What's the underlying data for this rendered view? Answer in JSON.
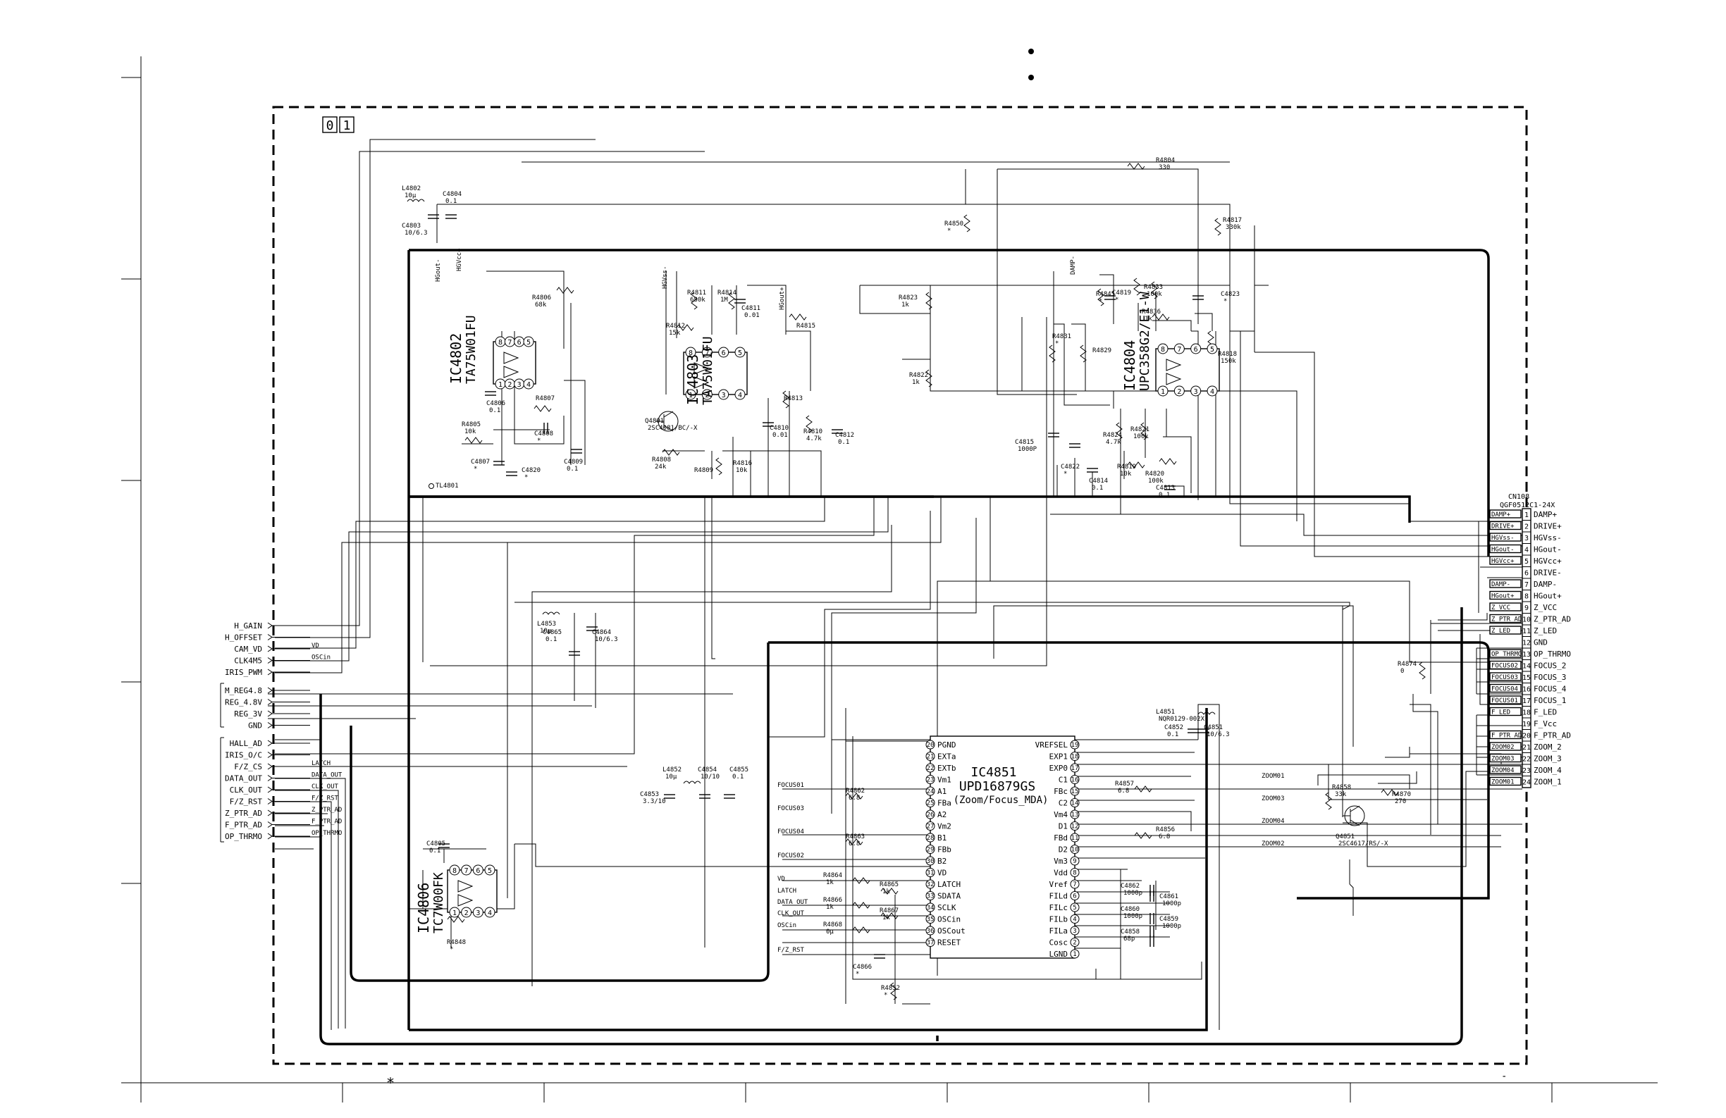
{
  "section_label": [
    "0",
    "1"
  ],
  "star_mark": "∗",
  "dash_mark": "-",
  "connector": {
    "ref": "CN108",
    "part": "QGF0512C1-24X",
    "pins": [
      {
        "n": "1",
        "name": "DAMP+",
        "tag": "DAMP+"
      },
      {
        "n": "2",
        "name": "DRIVE+",
        "tag": "DRIVE+"
      },
      {
        "n": "3",
        "name": "HGVss-",
        "tag": "HGVss-"
      },
      {
        "n": "4",
        "name": "HGout-",
        "tag": "HGout-"
      },
      {
        "n": "5",
        "name": "HGVcc+",
        "tag": "HGVcc+"
      },
      {
        "n": "6",
        "name": "DRIVE-",
        "tag": ""
      },
      {
        "n": "7",
        "name": "DAMP-",
        "tag": "DAMP-"
      },
      {
        "n": "8",
        "name": "HGout+",
        "tag": "HGout+"
      },
      {
        "n": "9",
        "name": "Z_VCC",
        "tag": "Z_VCC"
      },
      {
        "n": "10",
        "name": "Z_PTR_AD",
        "tag": "Z_PTR_AD"
      },
      {
        "n": "11",
        "name": "Z_LED",
        "tag": "Z_LED"
      },
      {
        "n": "12",
        "name": "GND",
        "tag": ""
      },
      {
        "n": "13",
        "name": "OP_THRMO",
        "tag": "OP_THRMO"
      },
      {
        "n": "14",
        "name": "FOCUS_2",
        "tag": "FOCUS02"
      },
      {
        "n": "15",
        "name": "FOCUS_3",
        "tag": "FOCUS03"
      },
      {
        "n": "16",
        "name": "FOCUS_4",
        "tag": "FOCUS04"
      },
      {
        "n": "17",
        "name": "FOCUS_1",
        "tag": "FOCUS01"
      },
      {
        "n": "18",
        "name": "F_LED",
        "tag": "F_LED"
      },
      {
        "n": "19",
        "name": "F_Vcc",
        "tag": ""
      },
      {
        "n": "20",
        "name": "F_PTR_AD",
        "tag": "F_PTR_AD"
      },
      {
        "n": "21",
        "name": "ZOOM_2",
        "tag": "ZOOM02"
      },
      {
        "n": "22",
        "name": "ZOOM_3",
        "tag": "ZOOM03"
      },
      {
        "n": "23",
        "name": "ZOOM_4",
        "tag": "ZOOM04"
      },
      {
        "n": "24",
        "name": "ZOOM_1",
        "tag": "ZOOM01"
      }
    ]
  },
  "left_signals": {
    "group1": [
      {
        "name": "H_GAIN",
        "tag": ""
      },
      {
        "name": "H_OFFSET",
        "tag": ""
      },
      {
        "name": "CAM_VD",
        "tag": "VD"
      },
      {
        "name": "CLK4M5",
        "tag": "OSCin"
      },
      {
        "name": "IRIS_PWM",
        "tag": ""
      }
    ],
    "group2": [
      {
        "name": "M_REG4.8",
        "tag": ""
      },
      {
        "name": "REG_4.8V",
        "tag": ""
      },
      {
        "name": "REG_3V",
        "tag": ""
      },
      {
        "name": "GND",
        "tag": ""
      }
    ],
    "group3": [
      {
        "name": "HALL_AD",
        "tag": ""
      },
      {
        "name": "IRIS_O/C",
        "tag": ""
      },
      {
        "name": "F/Z_CS",
        "tag": "LATCH"
      },
      {
        "name": "DATA_OUT",
        "tag": "DATA_OUT"
      },
      {
        "name": "CLK_OUT",
        "tag": "CLK_OUT"
      },
      {
        "name": "F/Z_RST",
        "tag": "F/Z_RST"
      },
      {
        "name": "Z_PTR_AD",
        "tag": "Z_PTR_AD"
      },
      {
        "name": "F_PTR_AD",
        "tag": "F_PTR_AD"
      },
      {
        "name": "OP_THRMO",
        "tag": "OP_THRMO"
      }
    ]
  },
  "ic4851": {
    "ref": "IC4851",
    "part": "UPD16879GS",
    "function": "(Zoom/Focus_MDA)",
    "left_pins": [
      {
        "n": "20",
        "name": "PGND"
      },
      {
        "n": "21",
        "name": "EXTa"
      },
      {
        "n": "22",
        "name": "EXTb"
      },
      {
        "n": "23",
        "name": "Vm1"
      },
      {
        "n": "24",
        "name": "A1"
      },
      {
        "n": "25",
        "name": "FBa"
      },
      {
        "n": "26",
        "name": "A2"
      },
      {
        "n": "27",
        "name": "Vm2"
      },
      {
        "n": "28",
        "name": "B1"
      },
      {
        "n": "29",
        "name": "FBb"
      },
      {
        "n": "30",
        "name": "B2"
      },
      {
        "n": "31",
        "name": "VD"
      },
      {
        "n": "32",
        "name": "LATCH"
      },
      {
        "n": "33",
        "name": "SDATA"
      },
      {
        "n": "34",
        "name": "SCLK"
      },
      {
        "n": "35",
        "name": "OSCin"
      },
      {
        "n": "36",
        "name": "OSCout"
      },
      {
        "n": "37",
        "name": "RESET"
      }
    ],
    "right_pins": [
      {
        "n": "19",
        "name": "VREFSEL"
      },
      {
        "n": "18",
        "name": "EXP1"
      },
      {
        "n": "17",
        "name": "EXP0"
      },
      {
        "n": "16",
        "name": "C1"
      },
      {
        "n": "15",
        "name": "FBc"
      },
      {
        "n": "14",
        "name": "C2"
      },
      {
        "n": "13",
        "name": "Vm4"
      },
      {
        "n": "12",
        "name": "D1"
      },
      {
        "n": "11",
        "name": "FBd"
      },
      {
        "n": "10",
        "name": "D2"
      },
      {
        "n": "9",
        "name": "Vm3"
      },
      {
        "n": "8",
        "name": "Vdd"
      },
      {
        "n": "7",
        "name": "Vref"
      },
      {
        "n": "6",
        "name": "FILd"
      },
      {
        "n": "5",
        "name": "FILc"
      },
      {
        "n": "4",
        "name": "FILb"
      },
      {
        "n": "3",
        "name": "FILa"
      },
      {
        "n": "2",
        "name": "Cosc"
      },
      {
        "n": "1",
        "name": "LGND"
      }
    ]
  },
  "ics": [
    {
      "key": "ic4802",
      "ref": "IC4802",
      "part": "TA75W01FU",
      "top": [
        "8",
        "7",
        "6",
        "5"
      ],
      "bottom": [
        "1",
        "2",
        "3",
        "4"
      ]
    },
    {
      "key": "ic4803",
      "ref": "IC4803",
      "part": "TA75W01FU",
      "top": [
        "8",
        "7",
        "6",
        "5"
      ],
      "bottom": [
        "1",
        "2",
        "3",
        "4"
      ]
    },
    {
      "key": "ic4804",
      "ref": "IC4804",
      "part": "UPC358G2/E1-W",
      "top": [
        "8",
        "7",
        "6",
        "5"
      ],
      "bottom": [
        "1",
        "2",
        "3",
        "4"
      ]
    },
    {
      "key": "ic4806",
      "ref": "IC4806",
      "part": "TC7W00FK",
      "top": [
        "8",
        "7",
        "6",
        "5"
      ],
      "bottom": [
        "1",
        "2",
        "3",
        "4"
      ]
    }
  ],
  "components": [
    {
      "ref": "L4802",
      "value": "10µ"
    },
    {
      "ref": "C4804",
      "value": "0.1"
    },
    {
      "ref": "C4803",
      "value": "10/6.3"
    },
    {
      "ref": "R4806",
      "value": "68k"
    },
    {
      "ref": "R4805",
      "value": "10k"
    },
    {
      "ref": "C4806",
      "value": "0.1"
    },
    {
      "ref": "R4807",
      "value": ""
    },
    {
      "ref": "C4808",
      "value": "*"
    },
    {
      "ref": "C4807",
      "value": "*"
    },
    {
      "ref": "C4820",
      "value": "*"
    },
    {
      "ref": "C4809",
      "value": "0.1"
    },
    {
      "ref": "R4811",
      "value": "680k"
    },
    {
      "ref": "R4814",
      "value": "1M"
    },
    {
      "ref": "C4811",
      "value": "0.01"
    },
    {
      "ref": "R4812",
      "value": "15k"
    },
    {
      "ref": "R4815",
      "value": ""
    },
    {
      "ref": "R4813",
      "value": ""
    },
    {
      "ref": "R4808",
      "value": "24k"
    },
    {
      "ref": "R4809",
      "value": ""
    },
    {
      "ref": "R4816",
      "value": "10k"
    },
    {
      "ref": "C4810",
      "value": "0.01"
    },
    {
      "ref": "R4810",
      "value": "4.7k"
    },
    {
      "ref": "C4812",
      "value": "0.1"
    },
    {
      "ref": "Q4801",
      "value": "2SC4081/BC/-X"
    },
    {
      "ref": "R4804",
      "value": "330"
    },
    {
      "ref": "R4817",
      "value": "330k"
    },
    {
      "ref": "R4850",
      "value": "*"
    },
    {
      "ref": "R4823",
      "value": "1k"
    },
    {
      "ref": "R4822",
      "value": "1k"
    },
    {
      "ref": "R4845",
      "value": "*"
    },
    {
      "ref": "C4819",
      "value": "*"
    },
    {
      "ref": "R4833",
      "value": "100k"
    },
    {
      "ref": "R4836",
      "value": "1k"
    },
    {
      "ref": "C4823",
      "value": "*"
    },
    {
      "ref": "R4831",
      "value": "*"
    },
    {
      "ref": "R4829",
      "value": ""
    },
    {
      "ref": "R4818",
      "value": "150k"
    },
    {
      "ref": "R4824",
      "value": "4.7k"
    },
    {
      "ref": "R4821",
      "value": "100k"
    },
    {
      "ref": "R4819",
      "value": "10k"
    },
    {
      "ref": "R4820",
      "value": "100k"
    },
    {
      "ref": "C4815",
      "value": "1000P"
    },
    {
      "ref": "C4822",
      "value": "*"
    },
    {
      "ref": "C4814",
      "value": "0.1"
    },
    {
      "ref": "C4813",
      "value": "0.1"
    },
    {
      "ref": "TL4801",
      "value": ""
    },
    {
      "ref": "L4853",
      "value": "10µ"
    },
    {
      "ref": "C4865",
      "value": "0.1"
    },
    {
      "ref": "C4864",
      "value": "10/6.3"
    },
    {
      "ref": "L4852",
      "value": "10µ"
    },
    {
      "ref": "C4854",
      "value": "10/10"
    },
    {
      "ref": "C4855",
      "value": "0.1"
    },
    {
      "ref": "C4853",
      "value": "3.3/10"
    },
    {
      "ref": "L4851",
      "value": "NQR0129-002X"
    },
    {
      "ref": "C4852",
      "value": "0.1"
    },
    {
      "ref": "C4851",
      "value": "10/6.3"
    },
    {
      "ref": "R4862",
      "value": "6.8"
    },
    {
      "ref": "R4863",
      "value": "6.8"
    },
    {
      "ref": "R4857",
      "value": "6.8"
    },
    {
      "ref": "R4856",
      "value": "6.8"
    },
    {
      "ref": "R4864",
      "value": "1k"
    },
    {
      "ref": "R4865",
      "value": "1k"
    },
    {
      "ref": "R4866",
      "value": "1k"
    },
    {
      "ref": "R4867",
      "value": "1k"
    },
    {
      "ref": "R4868",
      "value": "0µ"
    },
    {
      "ref": "C4866",
      "value": "*"
    },
    {
      "ref": "R4852",
      "value": "*"
    },
    {
      "ref": "C4862",
      "value": "1000p"
    },
    {
      "ref": "C4861",
      "value": "1000p"
    },
    {
      "ref": "C4860",
      "value": "1000p"
    },
    {
      "ref": "C4859",
      "value": "1000p"
    },
    {
      "ref": "C4858",
      "value": "68p"
    },
    {
      "ref": "R4858",
      "value": "33k"
    },
    {
      "ref": "R4870",
      "value": "270"
    },
    {
      "ref": "R4874",
      "value": "0"
    },
    {
      "ref": "Q4851",
      "value": "2SC4617/RS/-X"
    },
    {
      "ref": "C4805",
      "value": "0.1"
    },
    {
      "ref": "R4848",
      "value": "*"
    }
  ],
  "net_labels": {
    "hgout_minus": "HGout-",
    "hgvcc_plus": "HGVcc+",
    "hgvss_minus": "HGVss-",
    "hgout_plus": "HGout+",
    "damp_minus": "DAMP-",
    "focus01": "FOCUS01",
    "focus03": "FOCUS03",
    "focus04": "FOCUS04",
    "focus02": "FOCUS02",
    "zoom01": "ZOOM01",
    "zoom03": "ZOOM03",
    "zoom04": "ZOOM04",
    "zoom02": "ZOOM02",
    "vd": "VD",
    "latch": "LATCH",
    "data_out": "DATA_OUT",
    "clk_out": "CLK_OUT",
    "oscin": "OSCin",
    "fz_rst": "F/Z_RST"
  }
}
